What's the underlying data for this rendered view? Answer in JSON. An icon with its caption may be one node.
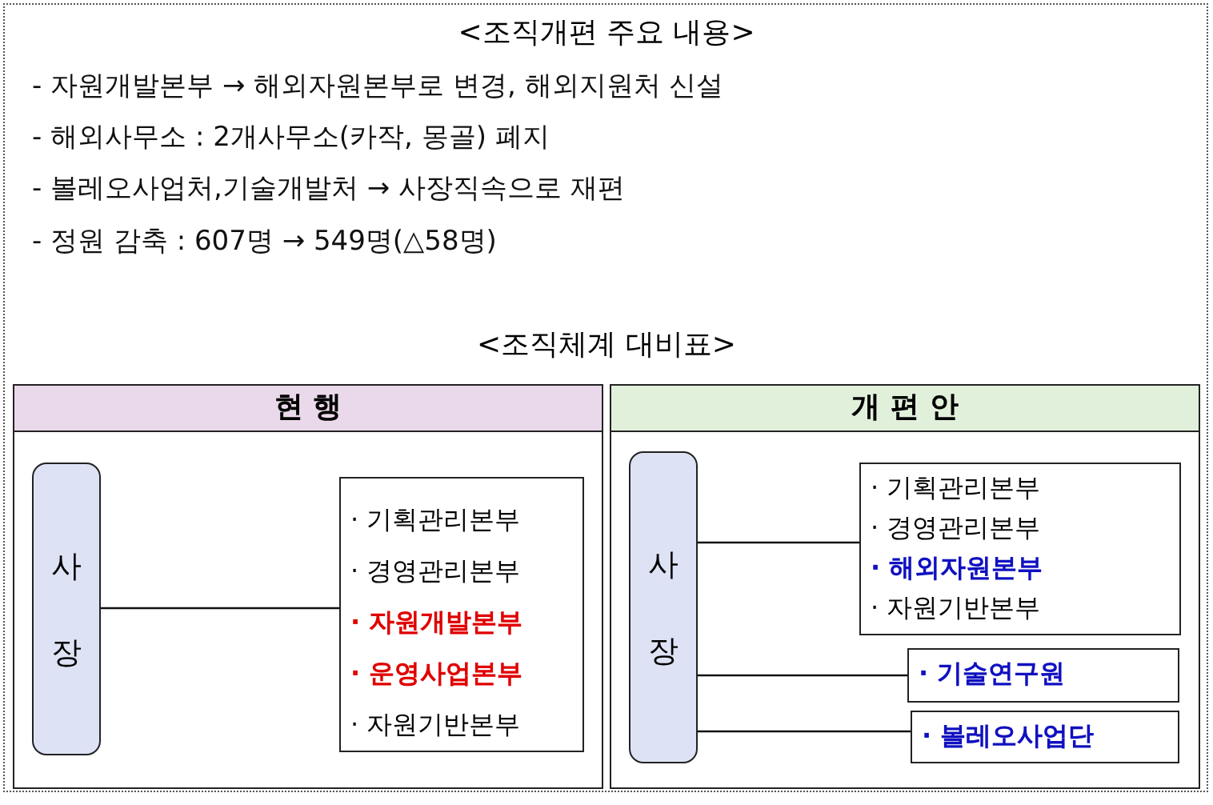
{
  "diagram": {
    "title": "<조직개편 주요 내용>",
    "nodes": [
      {
        "text": [
          "현 행"
        ]
      },
      {
        "text": [
          "사 장"
        ],
        "in": 0
      },
      {
        "text": [
          "· 기획관리본부",
          "· 경영관리본부",
          "· 자원개발본부",
          "· 운영사업본부",
          "· 자원기반본부"
        ],
        "in": 0
      },
      {
        "text": [
          "개 편 안"
        ]
      },
      {
        "text": [
          "사 장"
        ],
        "in": 3
      },
      {
        "text": [
          "· 기획관리본부",
          "· 경영관리본부",
          "· 해외자원본부",
          "· 자원기반본부"
        ],
        "in": 3
      },
      {
        "text": [
          "· 기술연구원"
        ],
        "in": 3
      },
      {
        "text": [
          "· 볼레오사업단"
        ],
        "in": 3
      }
    ],
    "edges": [
      {
        "from": 1,
        "to": 2,
        "arrow": "none"
      },
      {
        "from": 4,
        "to": 5,
        "arrow": "none"
      },
      {
        "from": 4,
        "to": 6,
        "arrow": "none"
      },
      {
        "from": 4,
        "to": 7,
        "arrow": "none"
      }
    ],
    "labels": [
      "- 자원개발본부 → 해외자원본부로 변경, 해외지원처 신설",
      "- 해외사무소 : 2개사무소(카작, 몽골) 폐지",
      "- 볼레오사업처,기술개발처 → 사장직속으로 재편",
      "- 정원 감축 : 607명 → 549명(△58명)",
      "<조직체계 대비표>"
    ]
  }
}
